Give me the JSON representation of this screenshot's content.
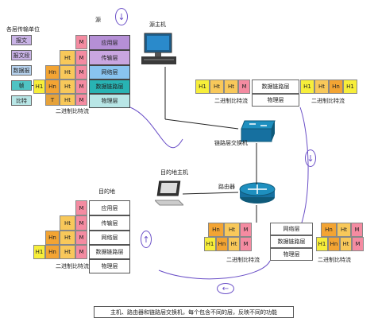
{
  "units": {
    "title": "各层传输单位",
    "items": [
      "报文",
      "报文段",
      "数据报",
      "帧",
      "比特"
    ]
  },
  "source": {
    "label": "源",
    "host_label": "源主机",
    "layers": [
      "应用层",
      "传输层",
      "网络层",
      "数据链路层",
      "物理层"
    ],
    "h1": "H1",
    "hn": "Hn",
    "ht": "Ht",
    "m": "M",
    "t": "T",
    "binary": "二进制比特流"
  },
  "switch": {
    "label": "链路层交换机",
    "layers": [
      "数据链路层",
      "物理层"
    ],
    "binary_left": "二进制比特流",
    "binary_right": "二进制比特流",
    "left_cells": [
      "H1",
      "Ht",
      "Ht",
      "M"
    ],
    "right_cells": [
      "H1",
      "Ht",
      "Hn",
      "H1"
    ]
  },
  "router": {
    "label": "路由器",
    "layers": [
      "网络层",
      "数据链路层",
      "物理层"
    ],
    "binary_left": "二进制比特流",
    "binary_right": "二进制比特流",
    "left_cells": [
      "Hn",
      "Ht",
      "M"
    ],
    "right_cells": [
      "Hn",
      "Ht",
      "M"
    ]
  },
  "destination": {
    "label": "目的地",
    "host_label": "目的地主机",
    "layers": [
      "应用层",
      "传输层",
      "网络层",
      "数据链路层",
      "物理层"
    ],
    "binary": "二进制比特流"
  },
  "caption": "主机、路由器和链路层交换机，每个包含不同的层，反映不同的功能",
  "colors": {
    "purple": "#6a4fc7",
    "layer_purple": "#b58fd6",
    "layer_teal": "#28b3b3",
    "yellow": "#f7ee3a",
    "orange": "#f3a433",
    "pink": "#f48ba1"
  }
}
